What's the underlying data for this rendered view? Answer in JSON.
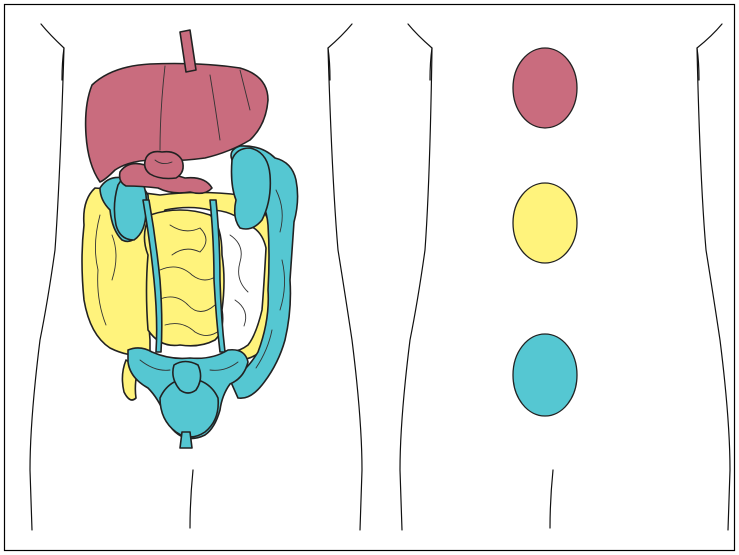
{
  "figure": {
    "panels": [
      "anatomy",
      "referred-pain-zones"
    ],
    "colors": {
      "upper_region": "#c96c7e",
      "middle_region": "#fff37c",
      "lower_region": "#55c7d2",
      "outline": "#111111",
      "frame": "#000000"
    },
    "icons": [
      "torso-outline",
      "liver",
      "stomach",
      "pancreas",
      "small-intestine",
      "colon",
      "kidney",
      "ureter",
      "bladder",
      "uterus"
    ]
  }
}
